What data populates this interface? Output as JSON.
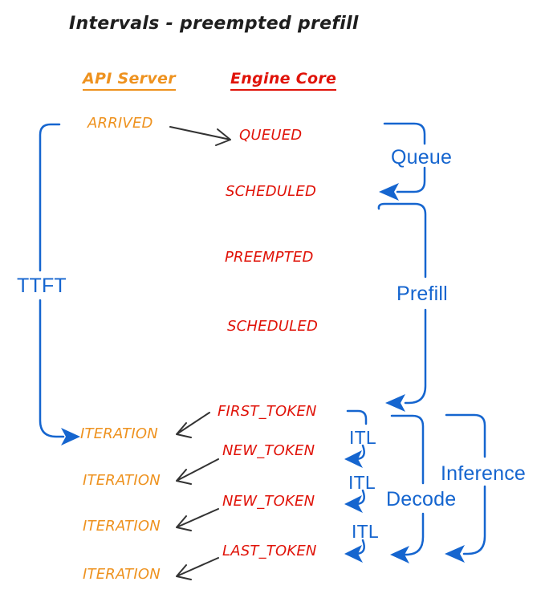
{
  "title": "Intervals - preempted prefill",
  "columns": {
    "api_server": "API Server",
    "engine_core": "Engine Core"
  },
  "events": {
    "arrived": "ARRIVED",
    "queued": "QUEUED",
    "scheduled_1": "SCHEDULED",
    "preempted": "PREEMPTED",
    "scheduled_2": "SCHEDULED",
    "first_token": "FIRST_TOKEN",
    "new_token_1": "NEW_TOKEN",
    "new_token_2": "NEW_TOKEN",
    "last_token": "LAST_TOKEN",
    "iteration_1": "ITERATION",
    "iteration_2": "ITERATION",
    "iteration_3": "ITERATION",
    "iteration_4": "ITERATION"
  },
  "intervals": {
    "ttft": "TTFT",
    "queue": "Queue",
    "prefill": "Prefill",
    "itl_1": "ITL",
    "itl_2": "ITL",
    "itl_3": "ITL",
    "decode": "Decode",
    "inference": "Inference"
  },
  "colors": {
    "api_server_accent": "#ee921f",
    "engine_core_accent": "#e01309",
    "interval_accent": "#1565cf",
    "transition_arrow": "#333333",
    "title_text": "#1e1e1e",
    "background": "#ffffff"
  }
}
